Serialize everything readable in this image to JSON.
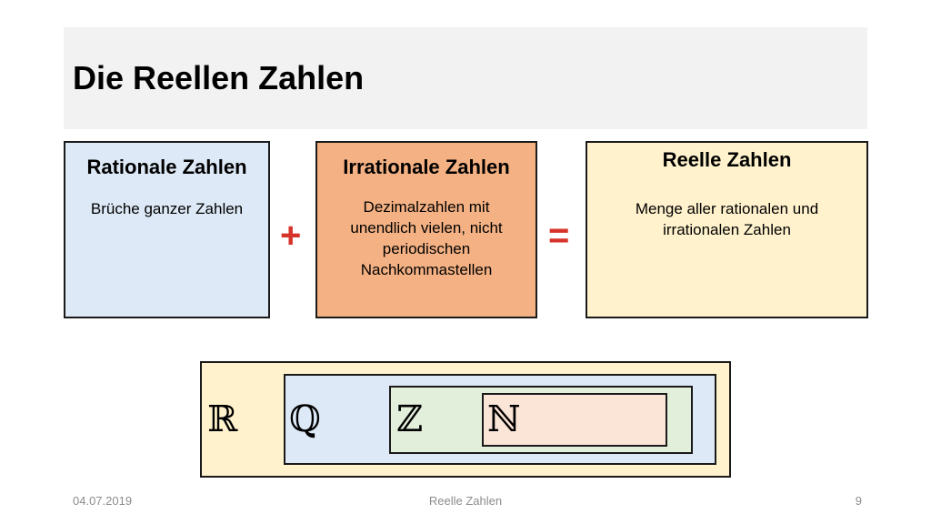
{
  "slide": {
    "title": "Die Reellen Zahlen"
  },
  "cards": {
    "rational": {
      "title": "Rationale Zahlen",
      "text": "Brüche ganzer Zahlen"
    },
    "irrational": {
      "title": "Irrationale Zahlen",
      "text": "Dezimalzahlen mit unendlich vielen, nicht periodischen Nachkommastellen"
    },
    "real": {
      "title": "Reelle Zahlen",
      "text": "Menge aller rationalen und irrationalen Zahlen"
    }
  },
  "operators": {
    "plus": "+",
    "equals": "="
  },
  "sets": {
    "real": "ℝ",
    "rational": "ℚ",
    "integer": "ℤ",
    "natural": "ℕ"
  },
  "footer": {
    "date": "04.07.2019",
    "center": "Reelle Zahlen",
    "page": "9"
  },
  "colors": {
    "rational_fill": "#dde9f6",
    "irrational_fill": "#f4b183",
    "real_fill": "#fff2cc",
    "integer_fill": "#e2efda",
    "natural_fill": "#fbe5d6",
    "operator": "#d6332a"
  }
}
